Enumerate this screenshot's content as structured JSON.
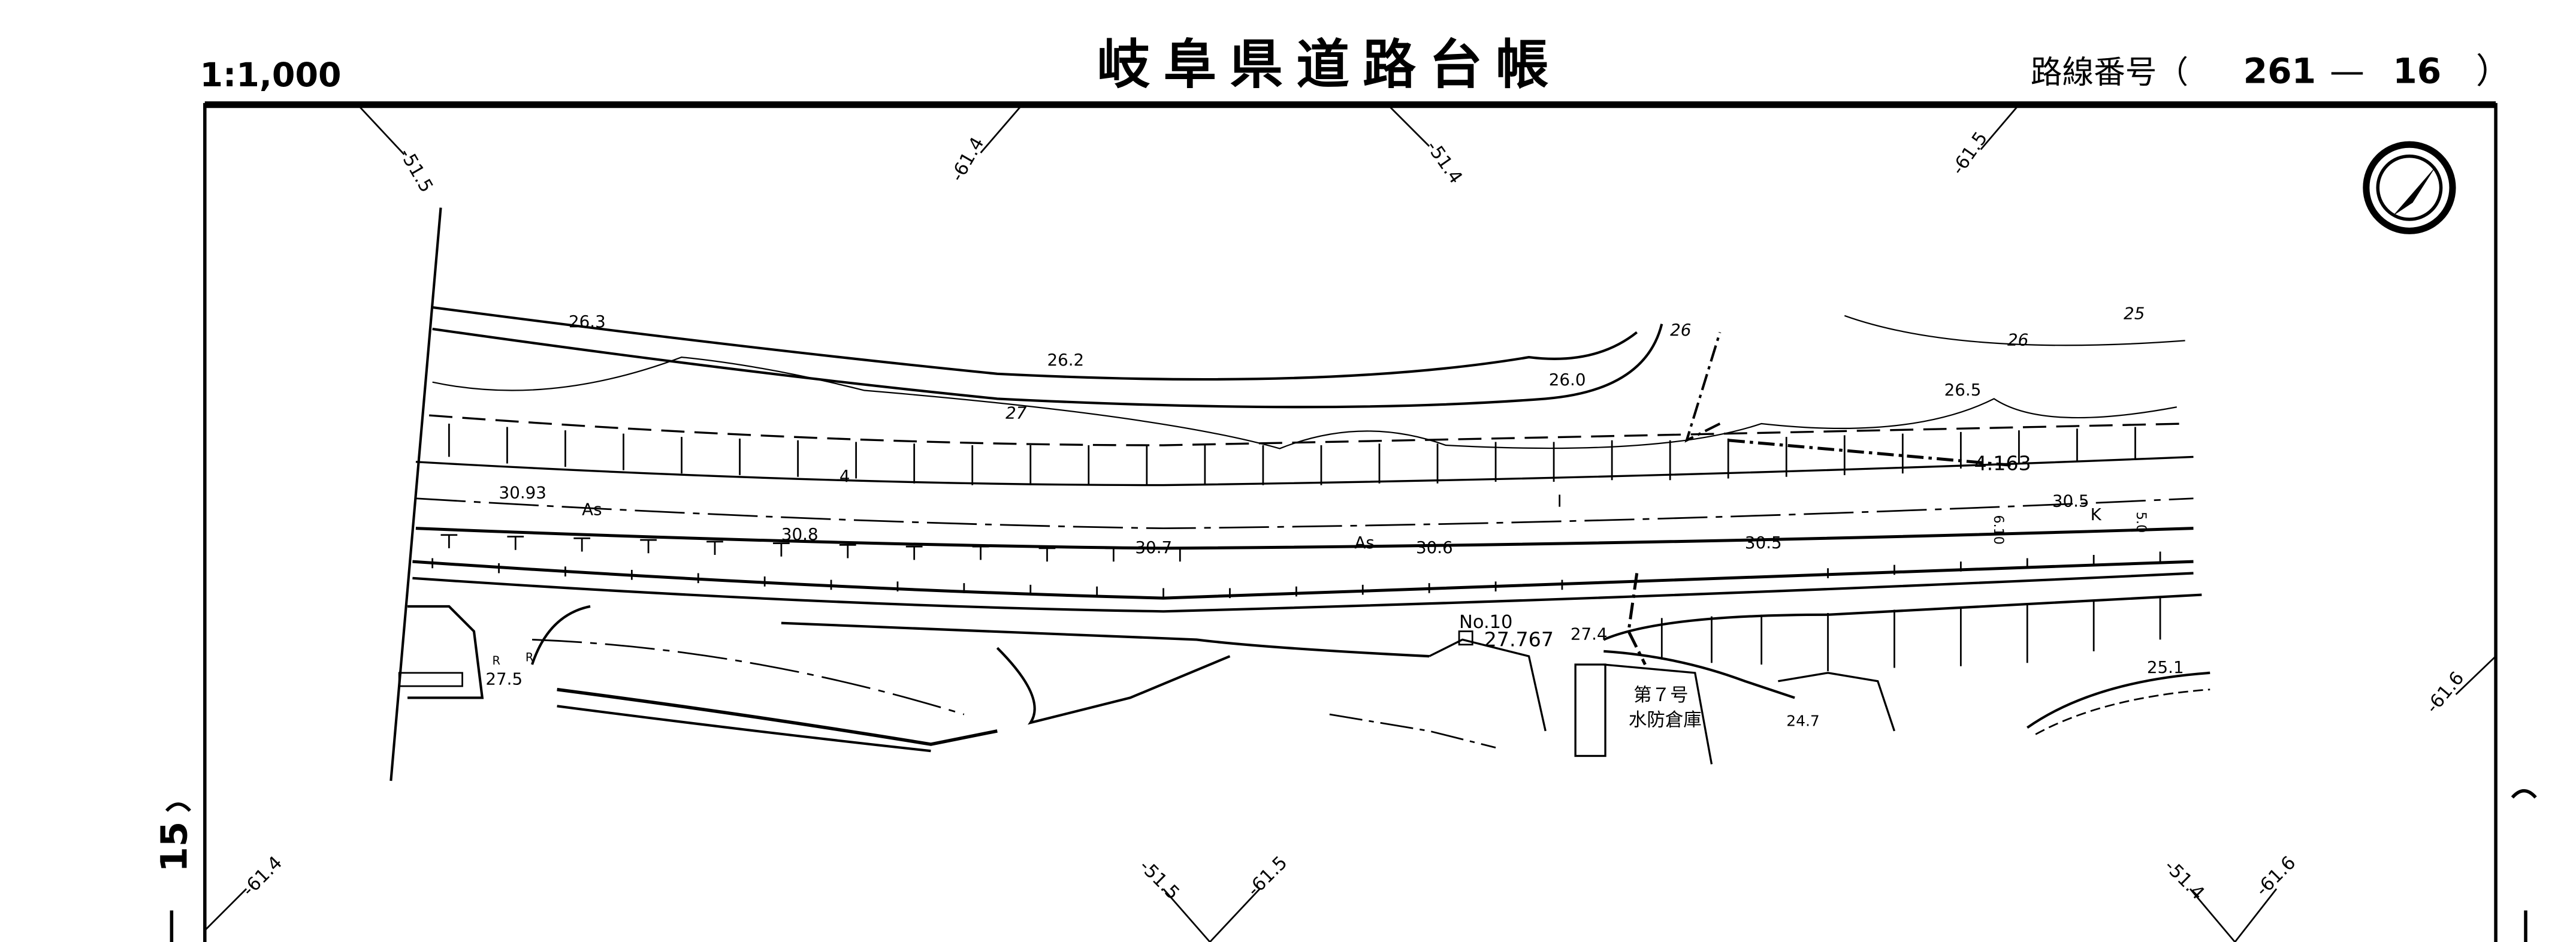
{
  "header": {
    "scale": "1:1,000",
    "title": "岐阜県道路台帳",
    "route_label": "路線番号（",
    "route_number": "261",
    "route_dash": "—",
    "route_section": "16",
    "route_close": "）",
    "sheet_number": "15"
  },
  "grid_labels": {
    "top": [
      "-51.5",
      "-61.4",
      "-51.4",
      "-61.5"
    ],
    "right": "-61.6",
    "bottom": [
      "-61.4",
      "-51.5",
      "-61.5",
      "-51.4",
      "-61.6"
    ]
  },
  "map_labels": {
    "elev_263": "26.3",
    "elev_262": "26.2",
    "elev_260": "26.0",
    "contour_26a": "26",
    "contour_25": "25",
    "contour_26b": "26",
    "elev_265": "26.5",
    "contour_27": "27",
    "station_4": "4",
    "elev_3093": "30.93",
    "pavement_1": "As",
    "elev_308": "30.8",
    "elev_307": "30.7",
    "pavement_2": "As",
    "elev_306": "30.6",
    "elev_305": "30.5",
    "bm_value": "4.163",
    "elev_305b": "30.5",
    "k_mark": "K",
    "width_50": "5.0",
    "width_610": "6.10",
    "station_no10": "No.10",
    "elev_27767": "27.767",
    "elev_274": "27.4",
    "building_name_1": "第７号",
    "building_name_2": "水防倉庫",
    "elev_247": "24.7",
    "elev_251": "25.1",
    "elev_275": "27.5",
    "r_mark_1": "R",
    "r_mark_2": "R",
    "i_mark": "I"
  },
  "colors": {
    "ink": "#000000",
    "paper": "#ffffff"
  },
  "icons": {
    "north_arrow": "north-arrow-icon"
  }
}
